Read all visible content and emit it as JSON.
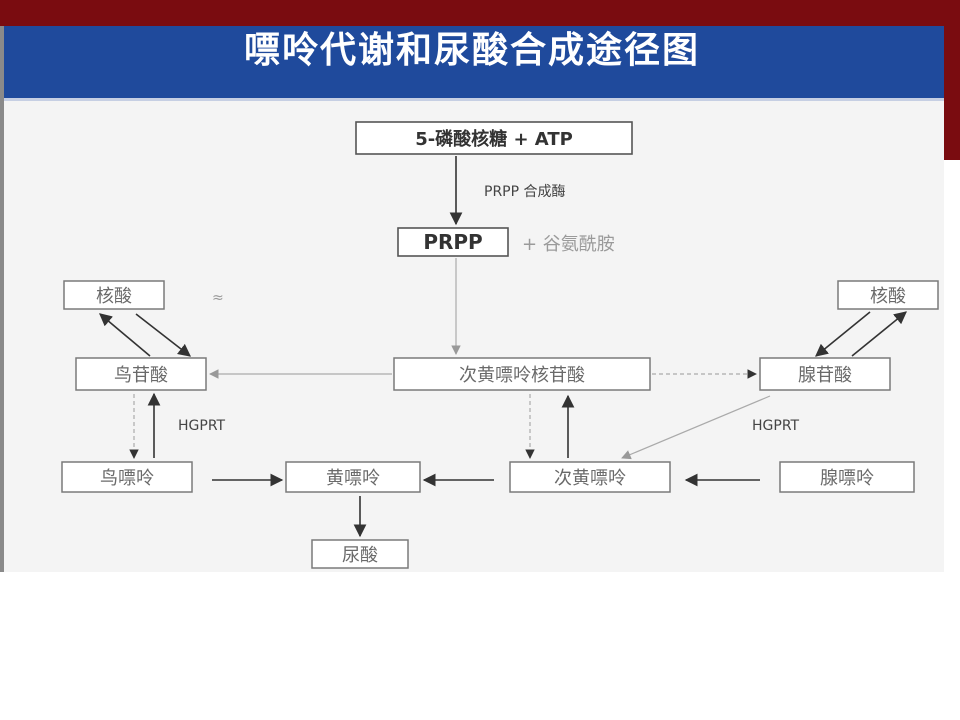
{
  "title": "嘌呤代谢和尿酸合成途径图",
  "nodes": {
    "ribose_atp": "5-磷酸核糖 + ATP",
    "prpp": "PRPP",
    "glutamine": "+ 谷氨酰胺",
    "ribonucleic_left": "核酸",
    "ribonucleic_right": "核酸",
    "gmp": "鸟苷酸",
    "imp": "次黄嘌呤核苷酸",
    "amp": "腺苷酸",
    "guanine": "鸟嘌呤",
    "xanthine": "黄嘌呤",
    "hypoxanthine": "次黄嘌呤",
    "adenine": "腺嘌呤",
    "uric_acid": "尿酸"
  },
  "labels": {
    "prpp_synthase": "PRPP 合成酶",
    "hgprt_left": "HGPRT",
    "hgprt_right": "HGPRT",
    "stray_mark": "≈"
  }
}
